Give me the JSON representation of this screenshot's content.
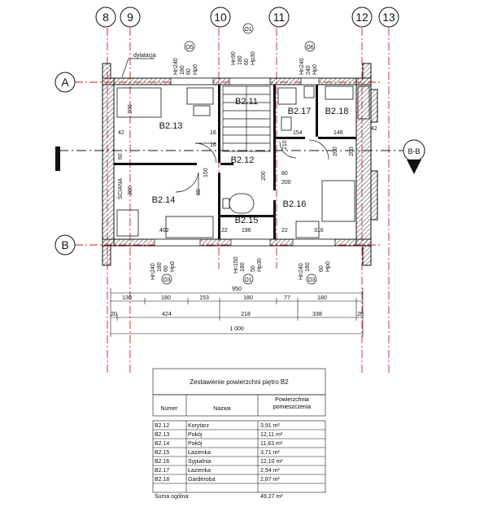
{
  "grid_axes": {
    "vertical": [
      "8",
      "9",
      "10",
      "11",
      "12",
      "13"
    ],
    "horizontal": [
      "A",
      "B"
    ]
  },
  "section_mark": "B-B",
  "note_dylatacja": "dylatacja",
  "note_sciana": "ŚCIANA",
  "rooms": [
    "B2.11",
    "B2.12",
    "B2.13",
    "B2.14",
    "B2.15",
    "B2.16",
    "B2.17",
    "B2.18"
  ],
  "windows_top": [
    {
      "tag": "O5",
      "lines": [
        "Hn240",
        "180",
        "60",
        "Hp0"
      ]
    },
    {
      "tag": "O1",
      "lines": [
        "Hn90",
        "180",
        "60",
        "Hp30"
      ]
    },
    {
      "tag": "O6",
      "lines": [
        "Hn240",
        "240",
        "Hp0"
      ]
    }
  ],
  "windows_bottom": [
    {
      "tag": "O3",
      "lines": [
        "Hn240",
        "180",
        "60",
        "Hp0"
      ]
    },
    {
      "tag": "O1",
      "lines": [
        "Hn150",
        "180",
        "50",
        "Hp30"
      ]
    },
    {
      "tag": "O3",
      "lines": [
        "Hn240",
        "180",
        "60",
        "Hp0"
      ]
    }
  ],
  "inner_dims": [
    "42",
    "42",
    "16",
    "16",
    "300",
    "300",
    "154",
    "146",
    "200",
    "200",
    "80",
    "200",
    "402",
    "196",
    "22",
    "316",
    "22",
    "210",
    "60",
    "150",
    "200",
    "90"
  ],
  "dim_rows": {
    "row1": [
      "130",
      "180",
      "153",
      "180",
      "77",
      "180"
    ],
    "row2": [
      "424",
      "218",
      "338"
    ],
    "row2_ends": [
      "20",
      "20"
    ],
    "total_inner": "950",
    "total": "1 000"
  },
  "table": {
    "title": "Zestawienie powierzchni piętro B2",
    "headers": {
      "number": "Numer",
      "name": "Nazwa",
      "area": "Powierzchnia pomieszczenia"
    },
    "rows": [
      {
        "number": "B2.12",
        "name": "Korytarz",
        "area": "3,91 m²"
      },
      {
        "number": "B2.13",
        "name": "Pokój",
        "area": "12,11 m²"
      },
      {
        "number": "B2.14",
        "name": "Pokój",
        "area": "11,63 m²"
      },
      {
        "number": "B2.15",
        "name": "Łazienka",
        "area": "3,71 m²"
      },
      {
        "number": "B2.16",
        "name": "Sypialnia",
        "area": "12,10 m²"
      },
      {
        "number": "B2.17",
        "name": "Łazienka",
        "area": "2,94 m²"
      },
      {
        "number": "B2.18",
        "name": "Garderoba",
        "area": "2,87 m²"
      }
    ],
    "sum_label": "Suma ogólna:",
    "sum_value": "49,27 m²"
  },
  "colors": {
    "grid_line": "#cc2222",
    "ink": "#111111",
    "hatch": "#555555"
  }
}
